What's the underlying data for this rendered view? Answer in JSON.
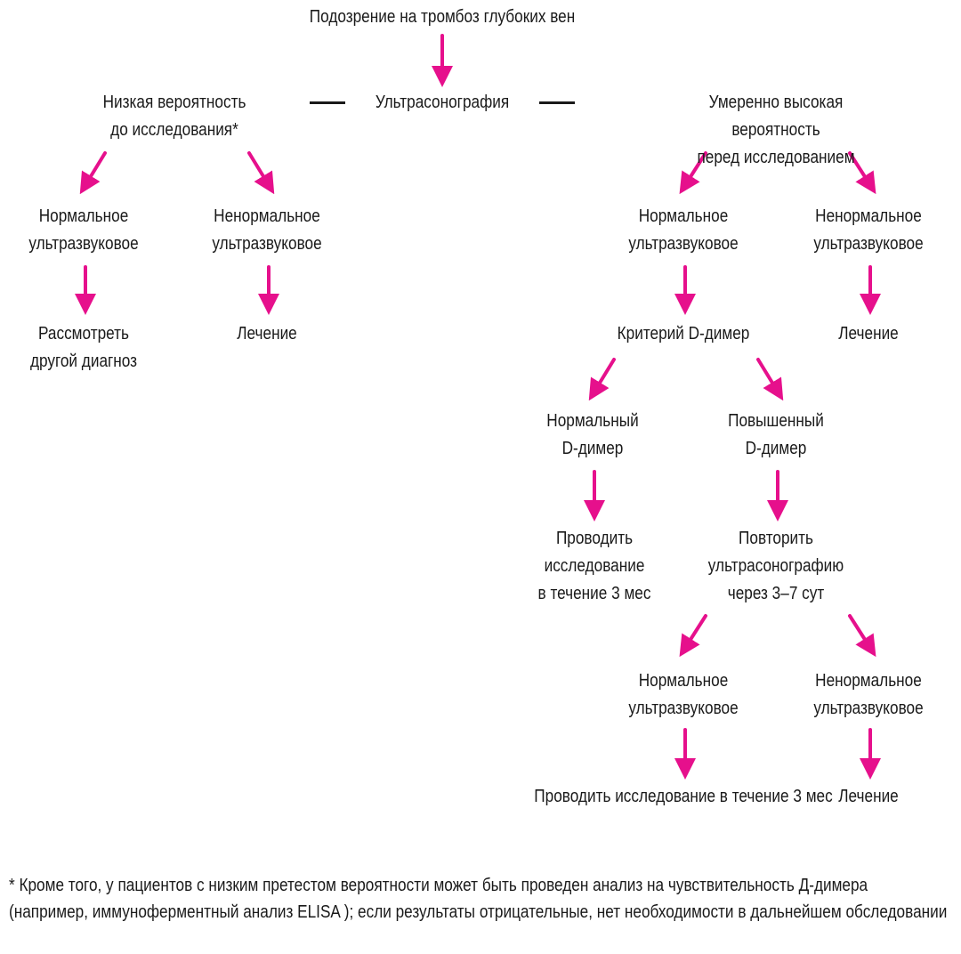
{
  "colors": {
    "arrow": "#e6108c",
    "text": "#1a1a1a"
  },
  "nodes": {
    "root": "Подозрение на тромбоз глубоких вен",
    "ultrasound": "Ультрасонография",
    "low_prob": "Низкая вероятность\nдо исследования*",
    "high_prob": "Умеренно высокая вероятность\nперед исследованием",
    "low_normal": "Нормальное\nультразвуковое",
    "low_abnormal": "Ненормальное\nультразвуковое",
    "low_consider": "Рассмотреть\nдругой диагноз",
    "low_treat": "Лечение",
    "high_normal": "Нормальное\nультразвуковое",
    "high_abnormal": "Ненормальное\nультразвуковое",
    "ddimer": "Критерий D-димер",
    "high_treat": "Лечение",
    "ddimer_normal": "Нормальный\nD-димер",
    "ddimer_high": "Повышенный\nD-димер",
    "follow_up_1": "Проводить\nисследование\nв течение 3 мес",
    "repeat_us": "Повторить\nультрасонографию\nчерез 3–7 сут",
    "repeat_normal": "Нормальное\nультразвуковое",
    "repeat_abnormal": "Ненормальное\nультразвуковое",
    "follow_up_2": "Проводить исследование\nв течение 3 мес",
    "repeat_treat": "Лечение"
  },
  "footnote": "* Кроме того, у пациентов с низким претестом вероятности может быть проведен анализ на чувствительность Д-димера (например, иммуноферментный анализ ELISA ); если результаты отрицательные, нет необходимости в дальнейшем обследовании"
}
